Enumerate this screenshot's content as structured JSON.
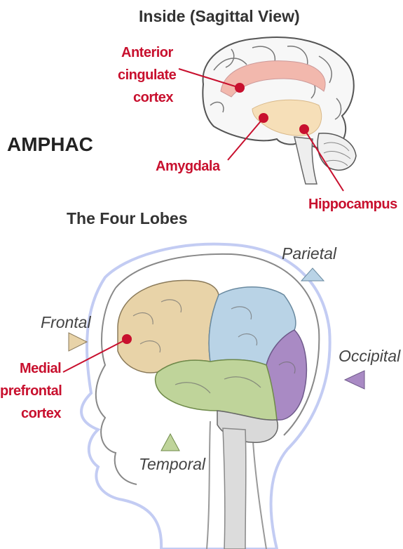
{
  "sagittal": {
    "title": "Inside (Sagittal View)",
    "labels": {
      "anterior_cingulate": [
        "Anterior",
        "cingulate",
        "cortex"
      ],
      "amygdala": "Amygdala",
      "hippocampus": "Hippocampus"
    }
  },
  "acronym": "AMPHAC",
  "lobes": {
    "title": "The Four Lobes",
    "parietal": "Parietal",
    "frontal": "Frontal",
    "occipital": "Occipital",
    "temporal": "Temporal",
    "medial_prefrontal": [
      "Medial",
      "prefrontal",
      "cortex"
    ]
  },
  "colors": {
    "label_red": "#c8102e",
    "frontal": "#e8d3a8",
    "parietal": "#b9d3e6",
    "occipital": "#a98ac4",
    "temporal": "#bfd49a",
    "cingulate": "#f2b8ad",
    "hippocampus_region": "#f6dfb8",
    "head_outline": "#b9c4f0"
  }
}
